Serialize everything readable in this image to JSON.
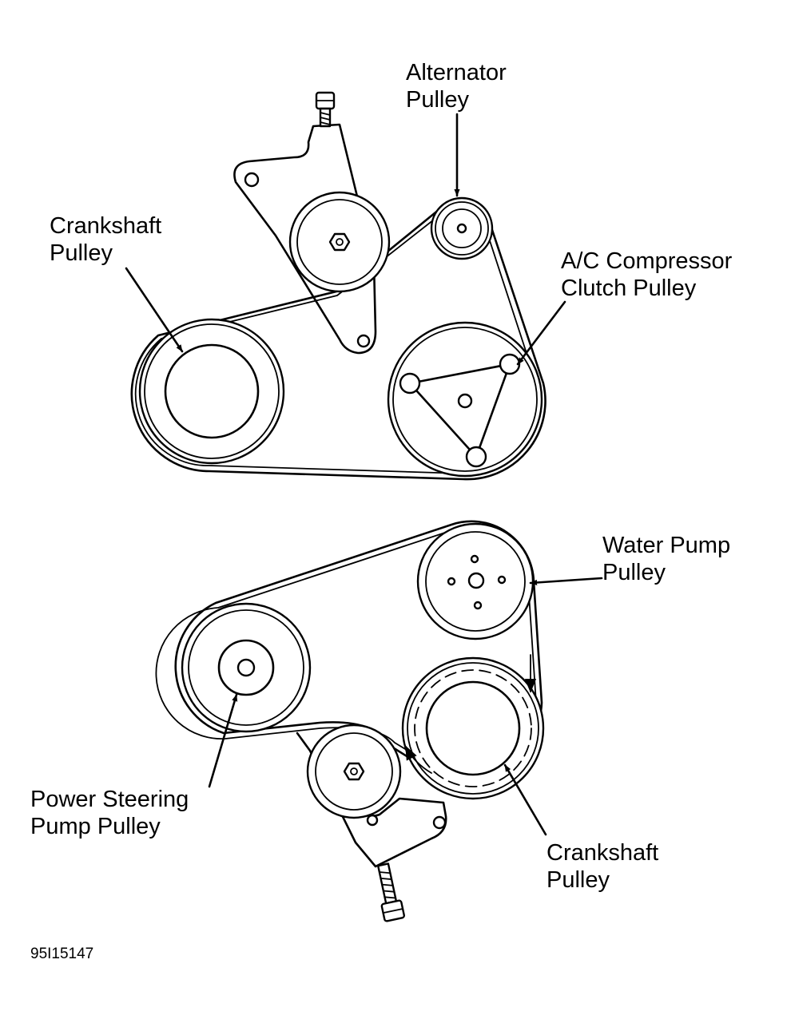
{
  "top_diagram": {
    "labels": {
      "alternator": [
        "Alternator",
        "Pulley"
      ],
      "crankshaft": [
        "Crankshaft",
        "Pulley"
      ],
      "ac_compressor": [
        "A/C Compressor",
        "Clutch Pulley"
      ]
    }
  },
  "bottom_diagram": {
    "labels": {
      "water_pump": [
        "Water Pump",
        "Pulley"
      ],
      "power_steering": [
        "Power Steering",
        "Pump Pulley"
      ],
      "crankshaft": [
        "Crankshaft",
        "Pulley"
      ]
    }
  },
  "figure_code": "95I15147",
  "colors": {
    "ink": "#000000",
    "paper": "#ffffff"
  }
}
